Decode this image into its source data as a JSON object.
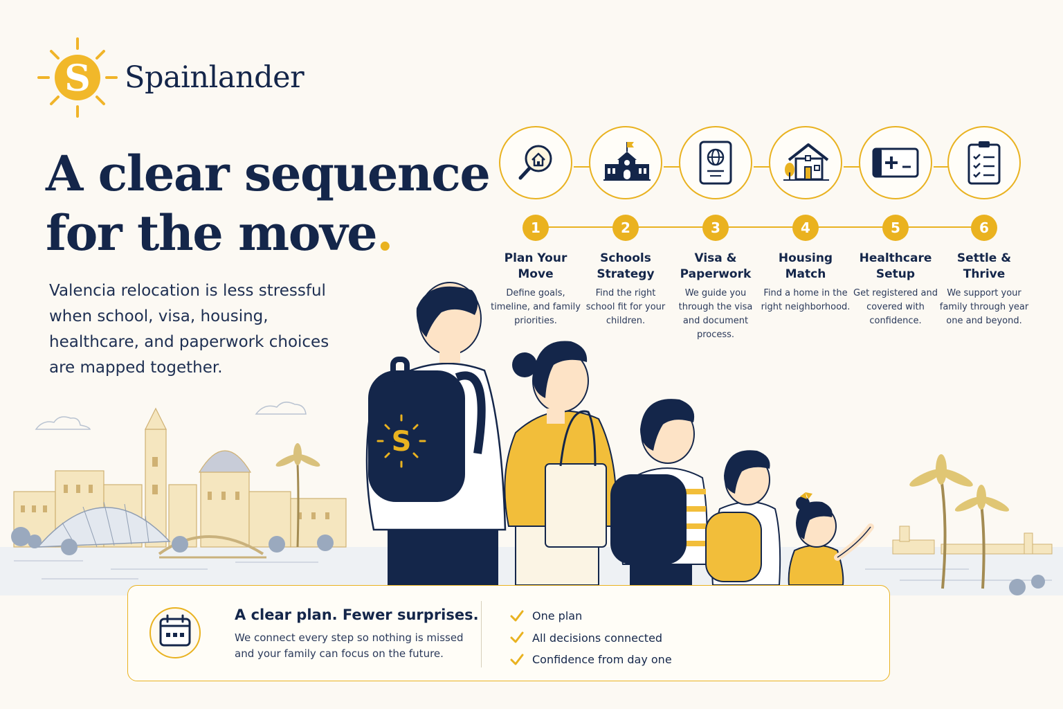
{
  "brand": {
    "name": "Spainlander",
    "logo_letter": "S",
    "logo_icon": "sun-logo-icon"
  },
  "headline": {
    "line1": "A clear sequence",
    "line2": "for the move",
    "dot": "."
  },
  "intro": {
    "text": "Valencia relocation is less stressful when school, visa, housing, healthcare, and paperwork choices are mapped together."
  },
  "steps": [
    {
      "number": "1",
      "title": "Plan Your Move",
      "desc": "Define goals, timeline, and family priorities.",
      "icon": "house-search-icon"
    },
    {
      "number": "2",
      "title": "Schools Strategy",
      "desc": "Find the right school fit for your children.",
      "icon": "school-icon"
    },
    {
      "number": "3",
      "title": "Visa & Paperwork",
      "desc": "We guide you through the visa and document process.",
      "icon": "passport-icon"
    },
    {
      "number": "4",
      "title": "Housing Match",
      "desc": "Find a home in the right neighborhood.",
      "icon": "home-icon"
    },
    {
      "number": "5",
      "title": "Healthcare Setup",
      "desc": "Get registered and covered with confidence.",
      "icon": "health-card-icon"
    },
    {
      "number": "6",
      "title": "Settle & Thrive",
      "desc": "We support your family through year one and beyond.",
      "icon": "checklist-icon"
    }
  ],
  "backpack": {
    "letter": "S"
  },
  "card": {
    "title": "A clear plan. Fewer surprises.",
    "text": "We connect every step so nothing is missed and your family can focus on the future.",
    "items": [
      "One plan",
      "All decisions connected",
      "Confidence from day one"
    ]
  },
  "colors": {
    "navy": "#14264a",
    "gold": "#e9b220",
    "background": "#fcf9f3"
  }
}
